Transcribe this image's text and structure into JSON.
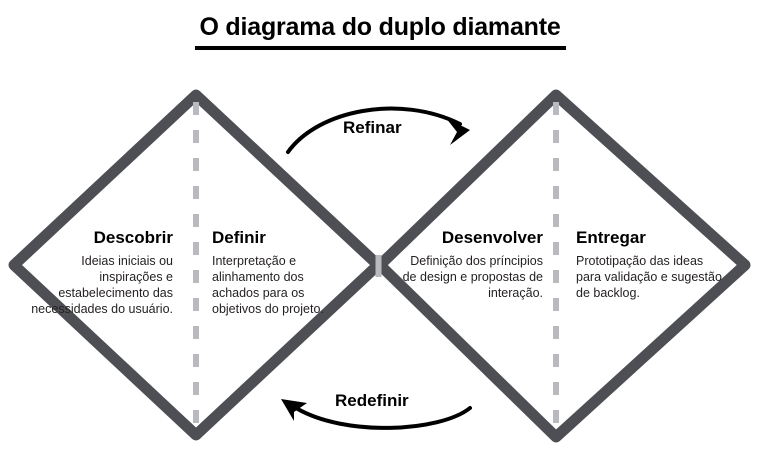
{
  "header": {
    "title": "O diagrama do duplo diamante"
  },
  "theme": {
    "diamond_stroke": "#4e4f54",
    "divider_dashed": "#b9bac0",
    "arrow_color": "#000000",
    "title_color": "#000000",
    "body_text_color": "#231f20",
    "background": "#ffffff"
  },
  "diagram": {
    "type": "double-diamond",
    "phases": [
      {
        "id": "descobrir",
        "heading": "Descobrir",
        "body": "Ideias iniciais ou inspirações e estabelecimento das necessidades do usuário.",
        "diamond": "first",
        "mode": "divergent",
        "align": "right"
      },
      {
        "id": "definir",
        "heading": "Definir",
        "body": "Interpretação e alinhamento dos achados para os objetivos do projeto.",
        "diamond": "first",
        "mode": "convergent",
        "align": "left"
      },
      {
        "id": "desenvolver",
        "heading": "Desenvolver",
        "body": "Definição dos príncipios de design e propostas de interação.",
        "diamond": "second",
        "mode": "divergent",
        "align": "right"
      },
      {
        "id": "entregar",
        "heading": "Entregar",
        "body": "Prototipação das ideas para validação e sugestão de backlog.",
        "diamond": "second",
        "mode": "convergent",
        "align": "left"
      }
    ],
    "arrows": [
      {
        "id": "refinar",
        "label": "Refinar",
        "position": "top",
        "direction": "right",
        "icon": "curved-arrow-right-icon"
      },
      {
        "id": "redefinir",
        "label": "Redefinir",
        "position": "bottom",
        "direction": "left",
        "icon": "curved-arrow-left-icon"
      }
    ]
  }
}
